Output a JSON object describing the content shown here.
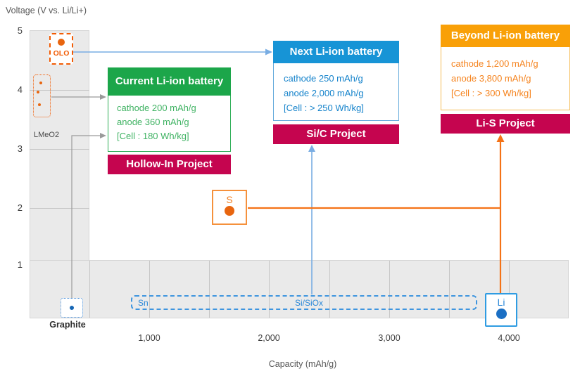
{
  "axes": {
    "y_title": "Voltage (V vs. Li/Li+)",
    "x_title": "Capacity (mAh/g)",
    "y_ticks": [
      "5",
      "4",
      "3",
      "2",
      "1"
    ],
    "x_ticks": [
      "1,000",
      "2,000",
      "3,000",
      "4,000"
    ]
  },
  "labels": {
    "olo": "OLO",
    "lmeo2": "LMeO2",
    "graphite": "Graphite",
    "s": "S",
    "li": "Li",
    "sn": "Sn",
    "si_siox": "Si/SiOx"
  },
  "panels": {
    "current": {
      "title": "Current Li-ion battery",
      "specs": [
        "cathode 200 mAh/g",
        "anode 360 mAh/g",
        "[Cell : 180 Wh/kg]"
      ],
      "badge": "Hollow-In Project"
    },
    "next": {
      "title": "Next Li-ion battery",
      "specs": [
        "cathode 250 mAh/g",
        "anode 2,000 mAh/g",
        "[Cell : > 250 Wh/kg]"
      ],
      "badge": "Si/C Project"
    },
    "beyond": {
      "title": "Beyond Li-ion battery",
      "specs": [
        "cathode 1,200 mAh/g",
        "anode 3,800 mAh/g",
        "[Cell : > 300 Wh/kg]"
      ],
      "badge": "Li-S Project"
    }
  },
  "colors": {
    "green_header": "#1CA64A",
    "green_text": "#41B364",
    "blue_header": "#1794D6",
    "blue_text": "#1583CB",
    "orange_header": "#F9A008",
    "orange_text": "#F5831E",
    "crimson_badge": "#C5054F",
    "orange_marker": "#E8650F",
    "blue_marker": "#1B6FC4",
    "light_blue_arrow": "#79ADE3",
    "orange_arrow": "#F47216",
    "gray_arrow": "#9A9A9A",
    "region_fill": "#EAEAEA"
  },
  "chart_data": {
    "type": "scatter",
    "title": "Battery technology roadmap: voltage vs. capacity of electrode materials",
    "xlabel": "Capacity (mAh/g)",
    "ylabel": "Voltage (V vs. Li/Li+)",
    "xlim": [
      0,
      4500
    ],
    "ylim": [
      0,
      5
    ],
    "x_ticks": [
      1000,
      2000,
      3000,
      4000
    ],
    "y_ticks": [
      1,
      2,
      3,
      4,
      5
    ],
    "grid": "partial (inside shaded axis bands)",
    "points": [
      {
        "label": "OLO",
        "x": 265,
        "y": 4.8,
        "marker": "filled-dot",
        "color": "#E8650F"
      },
      {
        "label": "LMeO2 cathode",
        "x": 100,
        "y": 4.1,
        "marker": "open-circle",
        "color": "#E8650F"
      },
      {
        "label": "LMeO2 cathode",
        "x": 76,
        "y": 3.95,
        "marker": "open-circle",
        "color": "#E8650F"
      },
      {
        "label": "LMeO2 cathode",
        "x": 88,
        "y": 3.75,
        "marker": "open-circle",
        "color": "#E8650F"
      },
      {
        "label": "Graphite",
        "x": 355,
        "y": 0.25,
        "marker": "open-circle",
        "color": "#1666B4"
      },
      {
        "label": "S",
        "x": 1665,
        "y": 1.95,
        "marker": "filled-dot",
        "color": "#E8650F"
      },
      {
        "label": "Li",
        "x": 3940,
        "y": 0.2,
        "marker": "filled-dot",
        "color": "#1B6FC4"
      }
    ],
    "ranges": [
      {
        "label": "Sn to Si/SiOx anodes",
        "x_start": 850,
        "x_end": 3740,
        "y": 0.3
      }
    ],
    "shaded_regions": [
      {
        "axis": "x",
        "from": 0,
        "to": 500
      },
      {
        "axis": "y",
        "from": 0,
        "to": 1
      }
    ],
    "annotations": [
      "Current Li-ion battery: cathode 200 mAh/g, anode 360 mAh/g, [Cell : 180 Wh/kg] — Hollow-In Project",
      "Next Li-ion battery: cathode 250 mAh/g, anode 2,000 mAh/g, [Cell : > 250 Wh/kg] — Si/C Project",
      "Beyond Li-ion battery: cathode 1,200 mAh/g, anode 3,800 mAh/g, [Cell : > 300 Wh/kg] — Li-S Project"
    ]
  }
}
